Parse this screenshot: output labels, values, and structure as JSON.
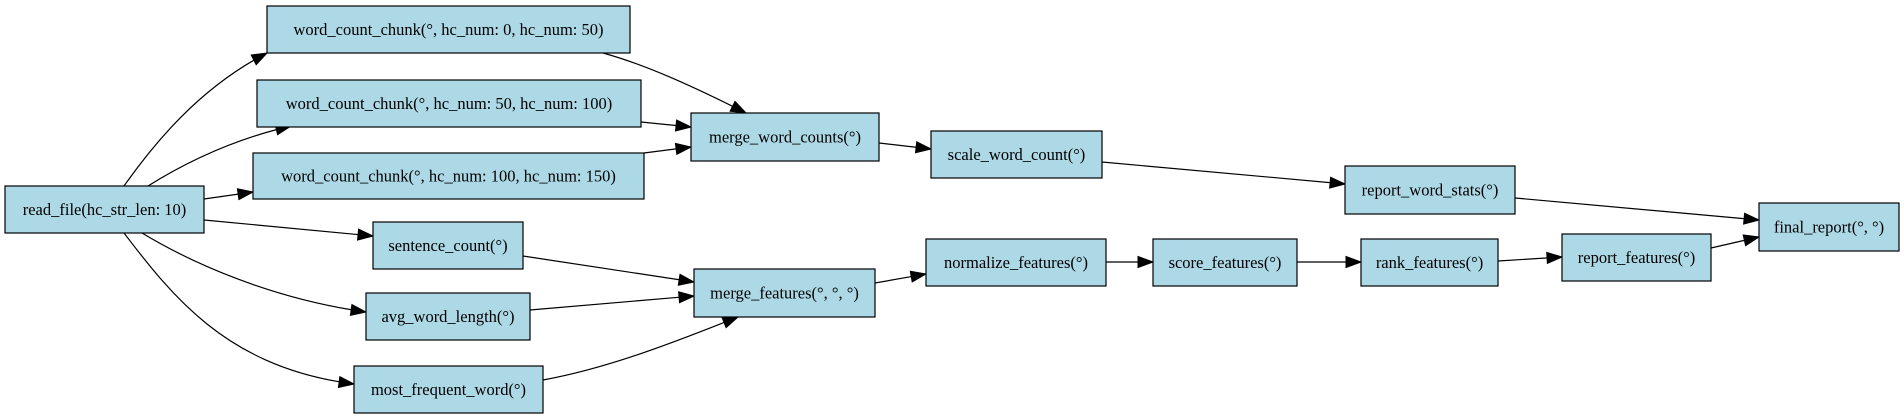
{
  "graph": {
    "node_color": "#add8e6",
    "nodes": [
      {
        "id": "read_file",
        "label": "read_file(hc_str_len: 10)"
      },
      {
        "id": "wcc_0",
        "label": "word_count_chunk(°, hc_num: 0, hc_num: 50)"
      },
      {
        "id": "wcc_50",
        "label": "word_count_chunk(°, hc_num: 50, hc_num: 100)"
      },
      {
        "id": "wcc_100",
        "label": "word_count_chunk(°, hc_num: 100, hc_num: 150)"
      },
      {
        "id": "sentence_count",
        "label": "sentence_count(°)"
      },
      {
        "id": "avg_word_length",
        "label": "avg_word_length(°)"
      },
      {
        "id": "most_frequent_word",
        "label": "most_frequent_word(°)"
      },
      {
        "id": "merge_word_counts",
        "label": "merge_word_counts(°)"
      },
      {
        "id": "merge_features",
        "label": "merge_features(°, °, °)"
      },
      {
        "id": "scale_word_count",
        "label": "scale_word_count(°)"
      },
      {
        "id": "normalize_features",
        "label": "normalize_features(°)"
      },
      {
        "id": "score_features",
        "label": "score_features(°)"
      },
      {
        "id": "rank_features",
        "label": "rank_features(°)"
      },
      {
        "id": "report_word_stats",
        "label": "report_word_stats(°)"
      },
      {
        "id": "report_features",
        "label": "report_features(°)"
      },
      {
        "id": "final_report",
        "label": "final_report(°, °)"
      }
    ],
    "edges": [
      {
        "from": "read_file",
        "to": "wcc_0"
      },
      {
        "from": "read_file",
        "to": "wcc_50"
      },
      {
        "from": "read_file",
        "to": "wcc_100"
      },
      {
        "from": "read_file",
        "to": "sentence_count"
      },
      {
        "from": "read_file",
        "to": "avg_word_length"
      },
      {
        "from": "read_file",
        "to": "most_frequent_word"
      },
      {
        "from": "wcc_0",
        "to": "merge_word_counts"
      },
      {
        "from": "wcc_50",
        "to": "merge_word_counts"
      },
      {
        "from": "wcc_100",
        "to": "merge_word_counts"
      },
      {
        "from": "sentence_count",
        "to": "merge_features"
      },
      {
        "from": "avg_word_length",
        "to": "merge_features"
      },
      {
        "from": "most_frequent_word",
        "to": "merge_features"
      },
      {
        "from": "merge_word_counts",
        "to": "scale_word_count"
      },
      {
        "from": "scale_word_count",
        "to": "report_word_stats"
      },
      {
        "from": "merge_features",
        "to": "normalize_features"
      },
      {
        "from": "normalize_features",
        "to": "score_features"
      },
      {
        "from": "score_features",
        "to": "rank_features"
      },
      {
        "from": "rank_features",
        "to": "report_features"
      },
      {
        "from": "report_word_stats",
        "to": "final_report"
      },
      {
        "from": "report_features",
        "to": "final_report"
      }
    ]
  }
}
